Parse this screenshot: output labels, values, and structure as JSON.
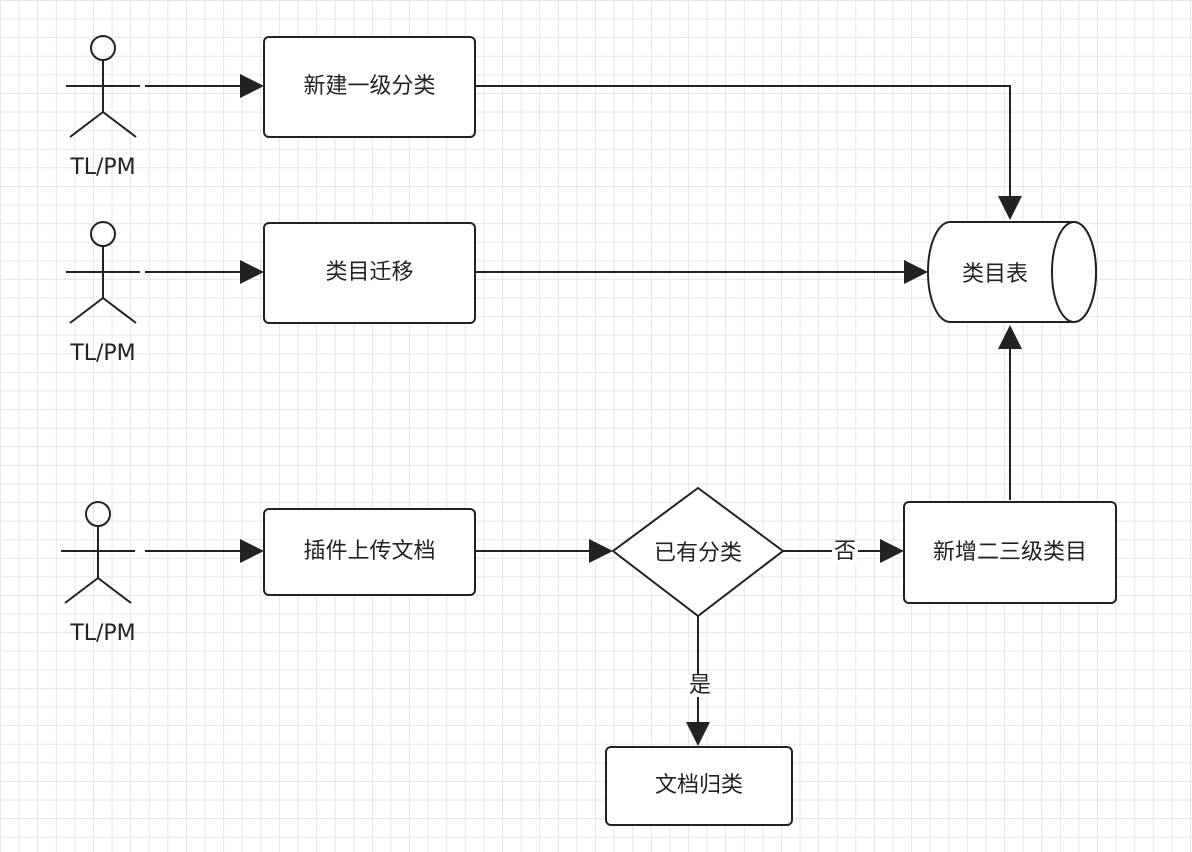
{
  "actors": [
    {
      "id": "actor-1",
      "label": "TL/PM"
    },
    {
      "id": "actor-2",
      "label": "TL/PM"
    },
    {
      "id": "actor-3",
      "label": "TL/PM"
    }
  ],
  "nodes": {
    "create_level1": "新建一级分类",
    "category_migration": "类目迁移",
    "upload_doc": "插件上传文档",
    "has_category": "已有分类",
    "add_level23": "新增二三级类目",
    "doc_classify": "文档归类",
    "category_table": "类目表"
  },
  "edges": {
    "no": "否",
    "yes": "是"
  },
  "colors": {
    "stroke": "#222222",
    "grid": "#e3e6ec",
    "background": "#ffffff"
  }
}
